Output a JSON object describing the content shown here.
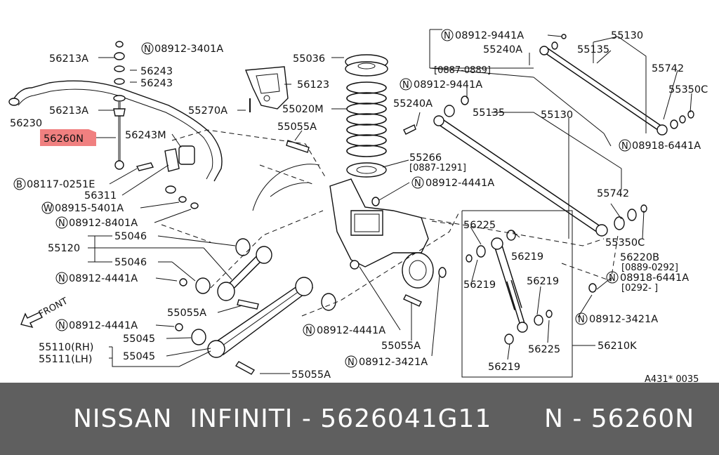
{
  "footer": {
    "text": "NISSAN  INFINITI - 5626041G11      N - 56260N"
  },
  "highlight": {
    "part": "56260N",
    "color": "#f08080"
  },
  "figure_code": "A431* 0035",
  "front_label": "FRONT",
  "labels": {
    "p56213A_1": "56213A",
    "n08912_3401A": "08912-3401A",
    "p56243_1": "56243",
    "p56243_2": "56243",
    "p56230": "56230",
    "p56213A_2": "56213A",
    "p56260N": "56260N",
    "p56243M": "56243M",
    "b08117_0251E": "08117-0251E",
    "p56311": "56311",
    "w08915_5401A": "08915-5401A",
    "n08912_8401A": "08912-8401A",
    "p55036": "55036",
    "p56123": "56123",
    "p55270A": "55270A",
    "p55020M": "55020M",
    "p55055A_1": "55055A",
    "p55266": "55266",
    "p55266_range": "[0887-1291]",
    "n08912_4441A_1": "08912-4441A",
    "n08912_9441A_1": "08912-9441A",
    "p55240A_1": "55240A",
    "range_0887_0889": "[0887-0889]",
    "p55130_1": "55130",
    "p55135_1": "55135",
    "p55742_1": "55742",
    "p55350C_1": "55350C",
    "n08918_6441A_1": "08918-6441A",
    "n08912_9441A_2": "08912-9441A",
    "p55240A_2": "55240A",
    "p55135_2": "55135",
    "p55130_2": "55130",
    "p55742_2": "55742",
    "p55350C_2": "55350C",
    "p56220B": "56220B",
    "range_0889_0292": "[0889-0292]",
    "n08918_6441A_2": "08918-6441A",
    "range_0292": "[0292-    ]",
    "p55120": "55120",
    "p55046_1": "55046",
    "p55046_2": "55046",
    "n08912_4441A_2": "08912-4441A",
    "p55055A_2": "55055A",
    "n08912_4441A_3": "08912-4441A",
    "p55045_1": "55045",
    "p55110": "55110(RH)",
    "p55111": "55111(LH)",
    "p55045_2": "55045",
    "p55055A_3": "55055A",
    "n08912_4441A_4": "08912-4441A",
    "p55055A_4": "55055A",
    "n08912_3421A_1": "08912-3421A",
    "p56225_1": "56225",
    "p56219_1": "56219",
    "p56219_2": "56219",
    "p56219_3": "56219",
    "p56225_2": "56225",
    "p56219_4": "56219",
    "n08912_3421A_2": "08912-3421A",
    "p56210K": "56210K"
  }
}
